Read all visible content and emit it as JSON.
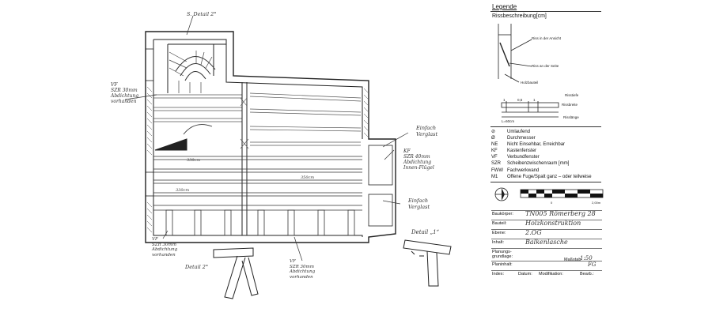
{
  "legend": {
    "title": "Legende",
    "subtitle": "Rissbeschreibung[cm]",
    "diagram_labels": {
      "view": "Riss in der Ansicht",
      "side": "Riss an der Seite",
      "member": "Holzbauteil",
      "top": "Risstiefe",
      "width": "Rissbreite",
      "length": "Risslänge",
      "length_value": "L=60cm",
      "n1": "1",
      "n2": "0,5",
      "n3": "1"
    },
    "abbreviations": [
      {
        "key": "⊘",
        "text": "Umlaufend"
      },
      {
        "key": "Ø",
        "text": "Durchmesser"
      },
      {
        "key": "NE",
        "text": "Nicht Einsehbar, Erreichbar"
      },
      {
        "key": "KF",
        "text": "Kastenfenster"
      },
      {
        "key": "VF",
        "text": "Verbundfenster"
      },
      {
        "key": "SZR",
        "text": "Scheibenzwischenraum [mm]"
      },
      {
        "key": "FWW",
        "text": "Fachwerkwand"
      },
      {
        "key": "M1",
        "text": "Offene Fuge/Spalt  ganz – oder teilweise"
      }
    ],
    "scale": {
      "zero": "0",
      "end": "2,00m"
    }
  },
  "title_block": {
    "rows": [
      {
        "label": "Baukörper:",
        "value": "TN005 Römerberg 28"
      },
      {
        "label": "Bauteil:",
        "value": "Holzkonstruktion"
      },
      {
        "label": "Ebene:",
        "value": "2.OG"
      },
      {
        "label": "Inhalt:",
        "value": "Balkenlasche"
      },
      {
        "label": "Planungs-\ngrundlage:",
        "value": ""
      },
      {
        "label": "Planinhalt:",
        "value": ""
      }
    ],
    "massstab_label": "Maßstab",
    "massstab_value": "1:50",
    "bearb_value": "FG",
    "index_label": "Index:",
    "datum_label": "Datum:",
    "modifikation_label": "Modifikation:",
    "bearb_label": "Bearb.:"
  },
  "plan": {
    "labels": {
      "detail_top": "S. Detail 2°",
      "vf_left_top": "VF\nSZR 30mm\nAbdichtung\nvorhanden",
      "einfach_1": "Einfach\nVerglast",
      "kf_right": "KF\nSZR 40mm\nAbdichtung\nInnen-Flügel",
      "einfach_2": "Einfach\nVerglast",
      "detail_1": "Detail „1“",
      "vf_bottom_left": "VF\nSZR 30mm\nAbdichtung\nvorhanden",
      "vf_bottom_mid": "VF\nSZR 30mm\nAbdichtung\nvorhanden",
      "detail_2": "Detail 2°",
      "dim_1": "330cm",
      "dim_2": "350cm",
      "dim_3": "330cm"
    }
  }
}
